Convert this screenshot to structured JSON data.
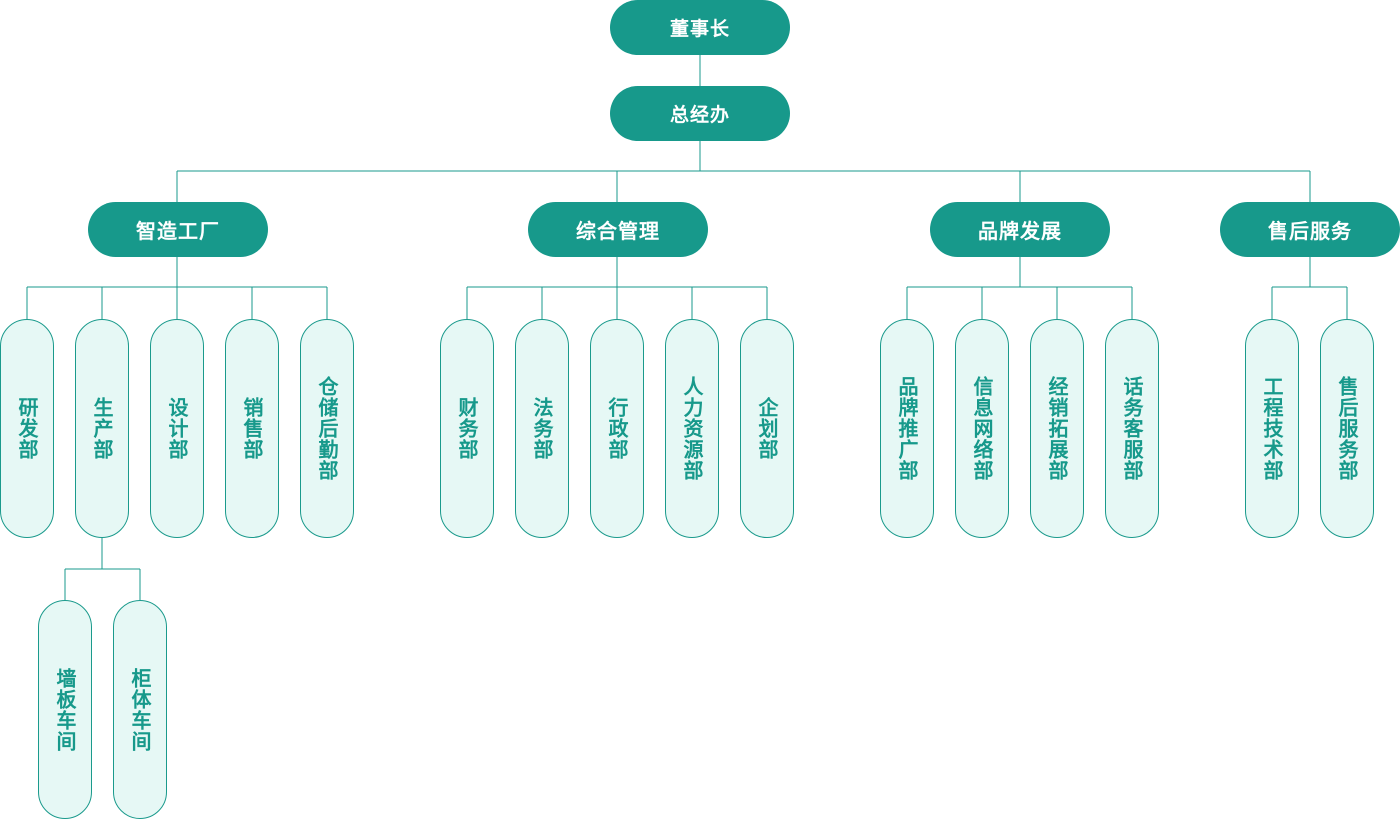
{
  "colors": {
    "primary": "#17998b",
    "light": "#e6f8f5",
    "text_light": "#ffffff"
  },
  "top": {
    "chairman": "董事长",
    "gm_office": "总经办"
  },
  "divisions": [
    {
      "label": "智造工厂",
      "depts": [
        "研发部",
        "生产部",
        "设计部",
        "销售部",
        "仓储后勤部"
      ]
    },
    {
      "label": "综合管理",
      "depts": [
        "财务部",
        "法务部",
        "行政部",
        "人力资源部",
        "企划部"
      ]
    },
    {
      "label": "品牌发展",
      "depts": [
        "品牌推广部",
        "信息网络部",
        "经销拓展部",
        "话务客服部"
      ]
    },
    {
      "label": "售后服务",
      "depts": [
        "工程技术部",
        "售后服务部"
      ]
    }
  ],
  "workshops": [
    "墙板车间",
    "柜体车间"
  ]
}
